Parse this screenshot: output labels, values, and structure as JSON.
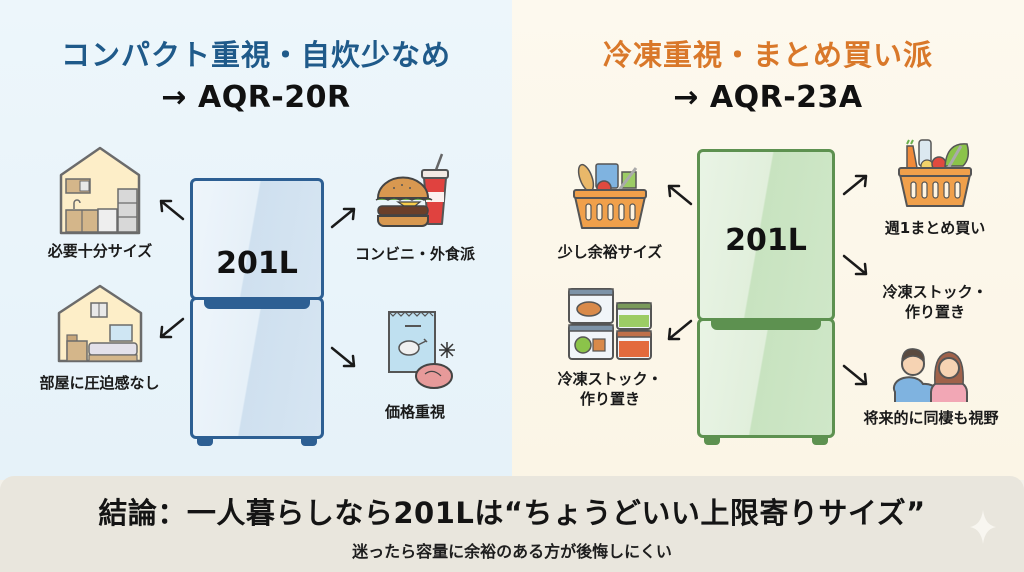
{
  "left": {
    "title": "コンパクト重視・自炊少なめ",
    "model": "→ AQR-20R",
    "theme_color": "#1f5a8a",
    "background": "#eaf4fa",
    "fridge": {
      "capacity": "201L",
      "color": "#2d5f93"
    },
    "features": [
      {
        "label": "必要十分サイズ",
        "icon": "house-kitchen-icon",
        "position": "top-left"
      },
      {
        "label": "部屋に圧迫感なし",
        "icon": "house-room-icon",
        "position": "bottom-left"
      },
      {
        "label": "コンビニ・外食派",
        "icon": "burger-drink-icon",
        "position": "top-right"
      },
      {
        "label": "価格重視",
        "icon": "frozen-food-icon",
        "position": "bottom-right"
      }
    ]
  },
  "right": {
    "title": "冷凍重視・まとめ買い派",
    "model": "→ AQR-23A",
    "theme_color": "#d9782a",
    "background": "#fdf8ec",
    "fridge": {
      "capacity": "201L",
      "color": "#5d9150"
    },
    "features": [
      {
        "label": "少し余裕サイズ",
        "icon": "grocery-basket-icon",
        "position": "top-left"
      },
      {
        "label_line1": "冷凍ストック・",
        "label_line2": "作り置き",
        "icon": "food-containers-icon",
        "position": "bottom-left"
      },
      {
        "label": "週1まとめ買い",
        "icon": "vegetable-basket-icon",
        "position": "top-right"
      },
      {
        "label_line1": "冷凍ストック・",
        "label_line2": "作り置き",
        "icon": "none",
        "position": "middle-right"
      },
      {
        "label": "将来的に同棲も視野",
        "icon": "couple-icon",
        "position": "bottom-right"
      }
    ]
  },
  "conclusion": {
    "main": "結論：一人暮らしなら201Lは“ちょうどいい上限寄りサイズ”",
    "sub": "迷ったら容量に余裕のある方が後悔しにくい"
  }
}
